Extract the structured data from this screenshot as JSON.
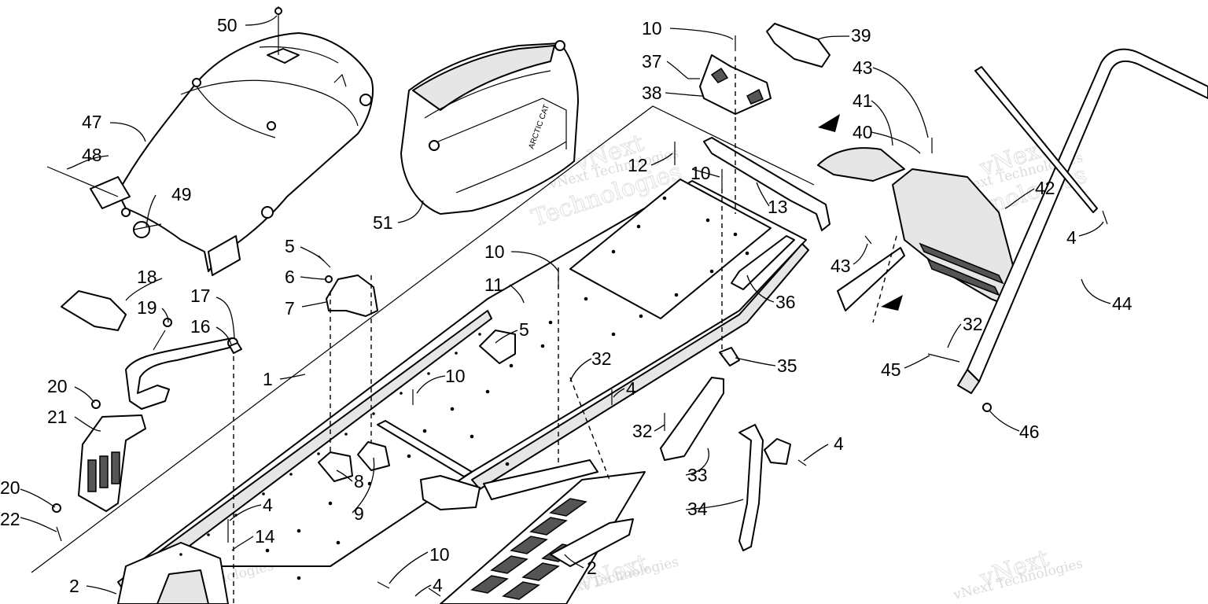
{
  "callouts": [
    {
      "id": "c50",
      "text": "50"
    },
    {
      "id": "c47",
      "text": "47"
    },
    {
      "id": "c48",
      "text": "48"
    },
    {
      "id": "c49",
      "text": "49"
    },
    {
      "id": "c51",
      "text": "51"
    },
    {
      "id": "c18",
      "text": "18"
    },
    {
      "id": "c19",
      "text": "19"
    },
    {
      "id": "c17",
      "text": "17"
    },
    {
      "id": "c16",
      "text": "16"
    },
    {
      "id": "c5a",
      "text": "5"
    },
    {
      "id": "c6",
      "text": "6"
    },
    {
      "id": "c7",
      "text": "7"
    },
    {
      "id": "c1",
      "text": "1"
    },
    {
      "id": "c20a",
      "text": "20"
    },
    {
      "id": "c21",
      "text": "21"
    },
    {
      "id": "c20b",
      "text": "20"
    },
    {
      "id": "c22",
      "text": "22"
    },
    {
      "id": "c4a",
      "text": "4"
    },
    {
      "id": "c14",
      "text": "14"
    },
    {
      "id": "c2a",
      "text": "2"
    },
    {
      "id": "c8",
      "text": "8"
    },
    {
      "id": "c9",
      "text": "9"
    },
    {
      "id": "c10a",
      "text": "10"
    },
    {
      "id": "c11",
      "text": "11"
    },
    {
      "id": "c5b",
      "text": "5"
    },
    {
      "id": "c10b",
      "text": "10"
    },
    {
      "id": "c32a",
      "text": "32"
    },
    {
      "id": "c4b",
      "text": "4"
    },
    {
      "id": "c10c",
      "text": "10"
    },
    {
      "id": "c4c",
      "text": "4"
    },
    {
      "id": "c2b",
      "text": "2"
    },
    {
      "id": "c10d",
      "text": "10"
    },
    {
      "id": "c37",
      "text": "37"
    },
    {
      "id": "c38",
      "text": "38"
    },
    {
      "id": "c39",
      "text": "39"
    },
    {
      "id": "c12",
      "text": "12"
    },
    {
      "id": "c10e",
      "text": "10"
    },
    {
      "id": "c13",
      "text": "13"
    },
    {
      "id": "c36",
      "text": "36"
    },
    {
      "id": "c35",
      "text": "35"
    },
    {
      "id": "c32b",
      "text": "32"
    },
    {
      "id": "c33",
      "text": "33"
    },
    {
      "id": "c34",
      "text": "34"
    },
    {
      "id": "c4d",
      "text": "4"
    },
    {
      "id": "c43a",
      "text": "43"
    },
    {
      "id": "c41",
      "text": "41"
    },
    {
      "id": "c40",
      "text": "40"
    },
    {
      "id": "c42",
      "text": "42"
    },
    {
      "id": "c43b",
      "text": "43"
    },
    {
      "id": "c4e",
      "text": "4"
    },
    {
      "id": "c44",
      "text": "44"
    },
    {
      "id": "c32c",
      "text": "32"
    },
    {
      "id": "c45",
      "text": "45"
    },
    {
      "id": "c46",
      "text": "46"
    }
  ],
  "watermark": {
    "line1": "vNext Technologies",
    "line2": "vNext",
    "line3": "Technologies"
  },
  "seat_logo": "ARCTIC CAT"
}
